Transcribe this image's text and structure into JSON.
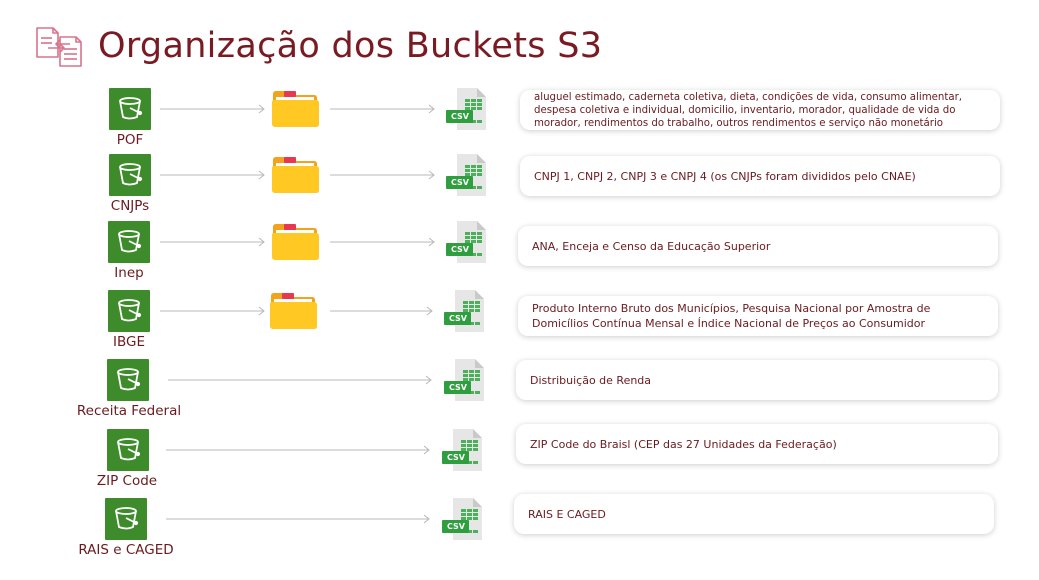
{
  "header": {
    "title": "Organização dos Buckets S3",
    "icon": "documents-transfer-icon"
  },
  "colors": {
    "accent": "#7a1a22",
    "bucket": "#3d8b2a",
    "folder": "#ffc21a",
    "csv": "#2e9e3e"
  },
  "rows": [
    {
      "bucket_label": "POF",
      "has_folder": true,
      "file_badge": "CSV",
      "description": "aluguel estimado, caderneta coletiva, dieta, condições de vida, consumo alimentar, despesa coletiva e individual, domicilio, inventario, morador, qualidade de vida do morador, rendimentos do trabalho, outros rendimentos e serviço não monetário"
    },
    {
      "bucket_label": "CNJPs",
      "has_folder": true,
      "file_badge": "CSV",
      "description": "CNPJ 1, CNPJ 2, CNPJ 3 e CNPJ 4 (os CNJPs foram divididos pelo CNAE)"
    },
    {
      "bucket_label": "Inep",
      "has_folder": true,
      "file_badge": "CSV",
      "description": "ANA, Enceja e Censo da Educação Superior"
    },
    {
      "bucket_label": "IBGE",
      "has_folder": true,
      "file_badge": "CSV",
      "description": "Produto Interno Bruto dos Municípios, Pesquisa Nacional por Amostra de Domicílios Contínua Mensal e Índice Nacional de Preços ao Consumidor"
    },
    {
      "bucket_label": "Receita Federal",
      "has_folder": false,
      "file_badge": "CSV",
      "description": "Distribuição de Renda"
    },
    {
      "bucket_label": "ZIP Code",
      "has_folder": false,
      "file_badge": "CSV",
      "description": "ZIP Code do Braisl (CEP das 27 Unidades da Federação)"
    },
    {
      "bucket_label": "RAIS e CAGED",
      "has_folder": false,
      "file_badge": "CSV",
      "description": "RAIS E CAGED"
    }
  ]
}
